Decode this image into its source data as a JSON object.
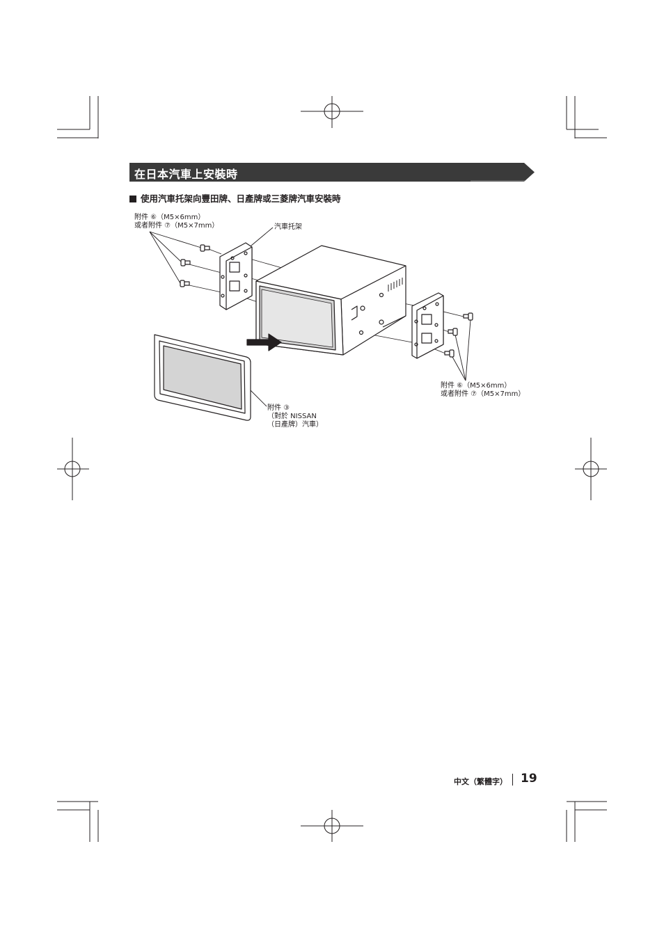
{
  "section": {
    "title": "在日本汽車上安裝時",
    "subheading": "使用汽車托架向豐田牌、日產牌或三菱牌汽車安裝時"
  },
  "figure": {
    "callout_screws_left_1": "附件 ⑥（M5×6mm）",
    "callout_screws_left_2": "或者附件 ⑦（M5×7mm）",
    "callout_bracket": "汽車托架",
    "callout_screws_right_1": "附件 ⑥（M5×6mm）",
    "callout_screws_right_2": "或者附件 ⑦（M5×7mm）",
    "callout_frame_1": "附件 ③",
    "callout_frame_2": "（對於 NISSAN",
    "callout_frame_3": "（日產牌）汽車）"
  },
  "footer": {
    "language": "中文（繁體字）",
    "page_number": "19"
  },
  "colors": {
    "title_bar": "#3a3a3a",
    "ink": "#231f20",
    "screen_gray": "#d4d4d4"
  },
  "icons": {
    "registration_mark": "crosshair-circle-icon",
    "insert_arrow": "arrow-right-icon"
  }
}
